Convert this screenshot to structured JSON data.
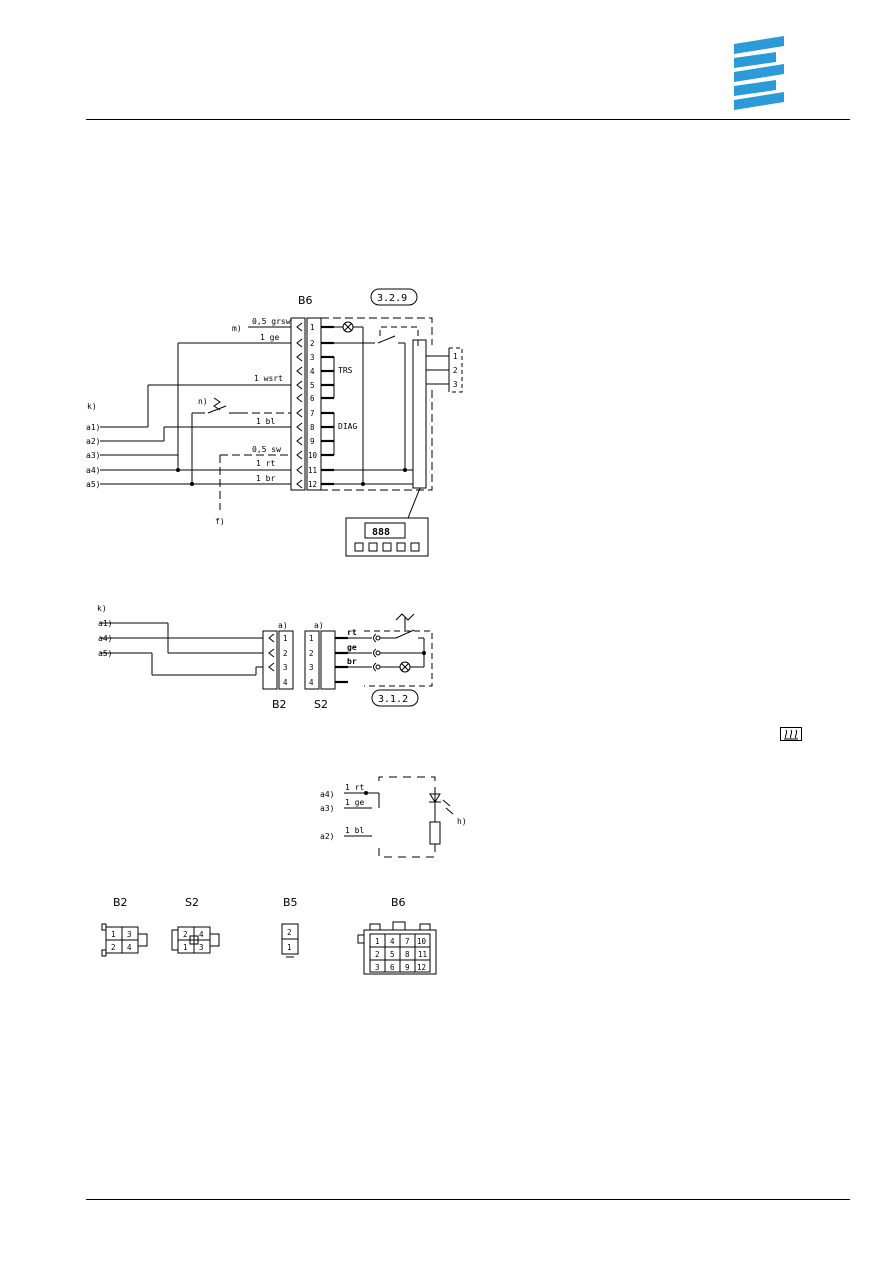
{
  "colors": {
    "logo": "#2a9ad8",
    "line": "#000000"
  },
  "icons": {
    "logo": "eberspaecher-logo-icon",
    "heat": "heat-symbol-icon"
  },
  "fig1": {
    "b6": "B6",
    "ref": "3.2.9",
    "wire_m": "m)",
    "wires": [
      "0,5 grsw",
      "1 ge",
      "1 wsrt",
      "1 bl",
      "0,5 sw",
      "1 rt",
      "1 br"
    ],
    "n": "n)",
    "k": "k)",
    "a": [
      "a1)",
      "a2)",
      "a3)",
      "a4)",
      "a5)"
    ],
    "f": "f)",
    "trs": "TRS",
    "diag": "DIAG",
    "pins": [
      "1",
      "2",
      "3",
      "4",
      "5",
      "6",
      "7",
      "8",
      "9",
      "10",
      "11",
      "12"
    ],
    "side_pins": [
      "1",
      "2",
      "3"
    ],
    "display": "888"
  },
  "fig2": {
    "k": "k)",
    "a": [
      "a1)",
      "a4)",
      "a5)"
    ],
    "a_top1": "a)",
    "a_top2": "a)",
    "b2": "B2",
    "s2": "S2",
    "ref": "3.1.2",
    "wires": [
      "rt",
      "ge",
      "br"
    ],
    "pins": [
      "1",
      "2",
      "3",
      "4"
    ]
  },
  "fig3": {
    "a": [
      "a4)",
      "a3)",
      "a2)"
    ],
    "wires": [
      "1 rt",
      "1 ge",
      "1 bl"
    ],
    "h": "h)"
  },
  "connectors": {
    "b2": {
      "title": "B2",
      "pins": [
        "1",
        "3",
        "2",
        "4"
      ]
    },
    "s2": {
      "title": "S2",
      "pins": [
        "2",
        "4",
        "1",
        "3"
      ]
    },
    "b5": {
      "title": "B5",
      "pins": [
        "2",
        "1"
      ]
    },
    "b6": {
      "title": "B6",
      "pins": [
        "1",
        "4",
        "7",
        "10",
        "2",
        "5",
        "8",
        "11",
        "3",
        "6",
        "9",
        "12"
      ]
    }
  }
}
